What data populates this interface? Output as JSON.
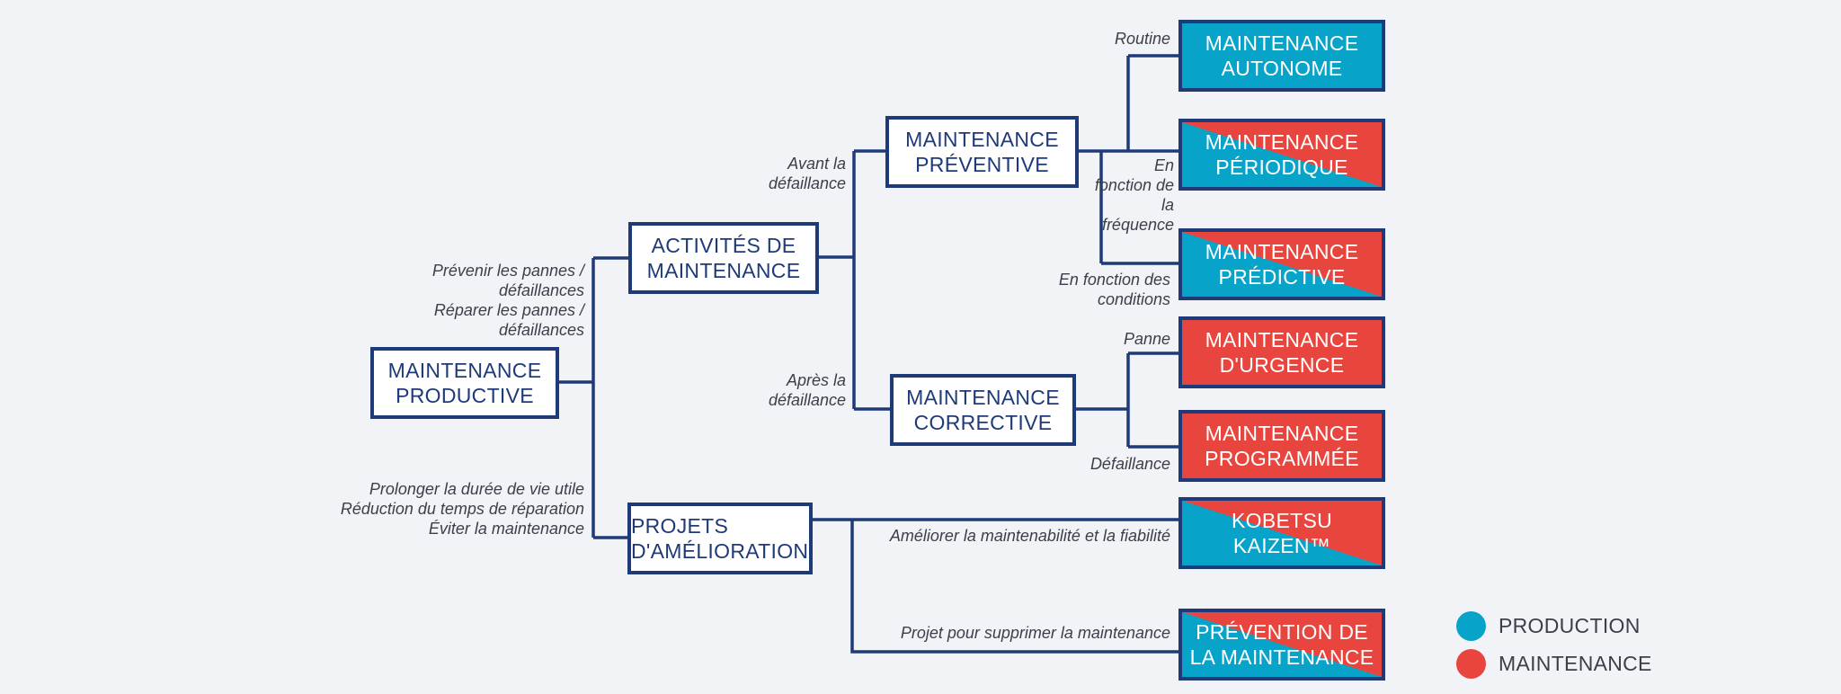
{
  "colors": {
    "navy": "#1e3a78",
    "production": "#08a3c9",
    "maintenance": "#e8453f",
    "background": "#f2f3f7"
  },
  "boxes": {
    "productive": "MAINTENANCE PRODUCTIVE",
    "activites": "ACTIVITÉS DE MAINTENANCE",
    "projets": "PROJETS D'AMÉLIORATION",
    "preventive": "MAINTENANCE PRÉVENTIVE",
    "corrective": "MAINTENANCE CORRECTIVE",
    "autonome": "MAINTENANCE AUTONOME",
    "periodique": "MAINTENANCE PÉRIODIQUE",
    "predictive": "MAINTENANCE PRÉDICTIVE",
    "urgence": "MAINTENANCE D'URGENCE",
    "programmee": "MAINTENANCE PROGRAMMÉE",
    "kaizen": "KOBETSU KAIZEN™",
    "prevention": "PRÉVENTION DE LA MAINTENANCE"
  },
  "labels": {
    "prevenir": "Prévenir les pannes / défaillances",
    "reparer": "Réparer les pannes / défaillances",
    "prolonger": "Prolonger la durée de vie utile",
    "reduction": "Réduction du temps de réparation",
    "eviter": "Éviter la maintenance",
    "avant": "Avant la défaillance",
    "apres": "Après la défaillance",
    "routine": "Routine",
    "frequence": "En fonction de la fréquence",
    "conditions": "En fonction des conditions",
    "panne": "Panne",
    "defaillance": "Défaillance",
    "ameliorer": "Améliorer la maintenabilité et la fiabilité",
    "projet": "Projet pour supprimer la maintenance"
  },
  "legend": {
    "production": "PRODUCTION",
    "maintenance": "MAINTENANCE"
  }
}
